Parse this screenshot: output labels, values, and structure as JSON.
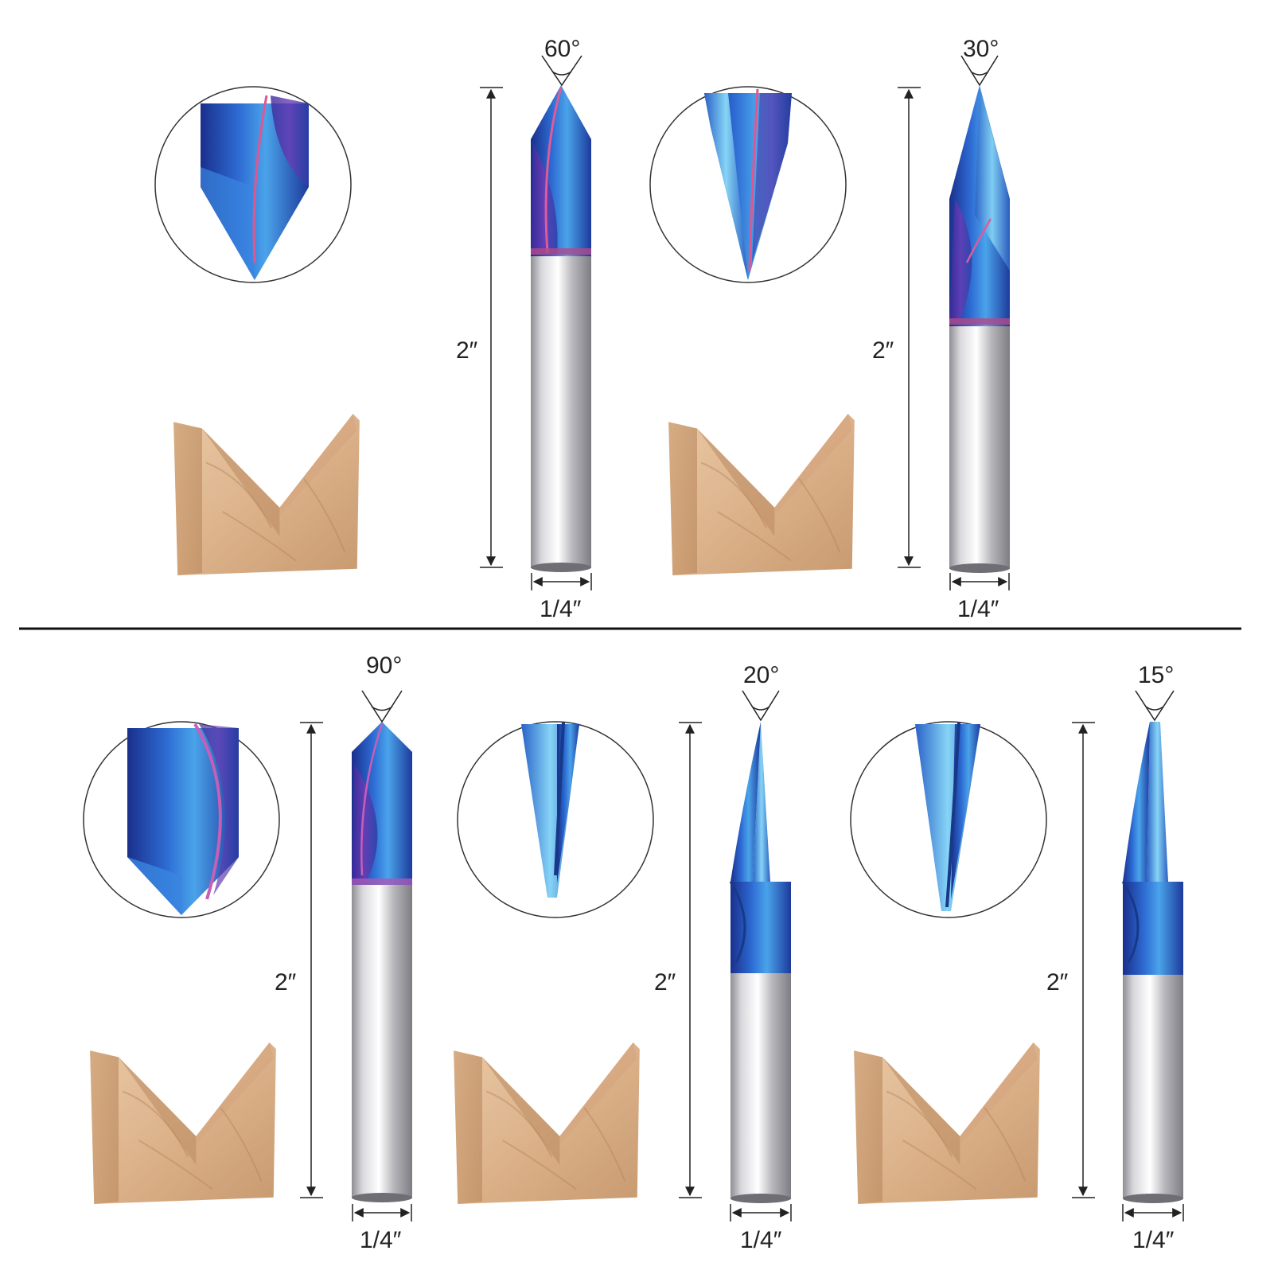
{
  "colors": {
    "coating_dark": "#1d2f8f",
    "coating_mid": "#2f6fd6",
    "coating_light": "#7fd0f5",
    "coating_purple": "#5a2ea0",
    "shank_light": "#f2f2f4",
    "shank_dark": "#8b8b90",
    "wood_light": "#e6c3a0",
    "wood_dark": "#c9966b",
    "line": "#222222"
  },
  "top_row": {
    "bit_60": {
      "angle": "60°",
      "length": "2″",
      "diameter": "1/4″"
    },
    "bit_30": {
      "angle": "30°",
      "length": "2″",
      "diameter": "1/4″"
    }
  },
  "bottom_row": {
    "bit_90": {
      "angle": "90°",
      "length": "2″",
      "diameter": "1/4″"
    },
    "bit_20": {
      "angle": "20°",
      "length": "2″",
      "diameter": "1/4″"
    },
    "bit_15": {
      "angle": "15°",
      "length": "2″",
      "diameter": "1/4″"
    }
  }
}
